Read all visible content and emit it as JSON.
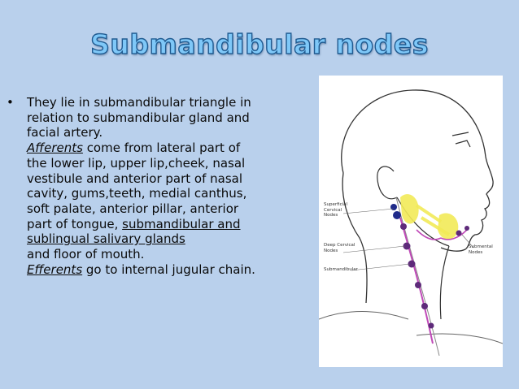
{
  "title": "Submandibular nodes",
  "bullet": "•",
  "paragraph": {
    "l1": "They lie in submandibular triangle in",
    "l2": "relation to submandibular gland and",
    "l3": "facial artery.",
    "l4_em": "Afferents",
    "l4_rest": " come from lateral part of",
    "l5": "the lower lip, upper lip,cheek, nasal",
    "l6": "vestibule and anterior part of nasal",
    "l7": "cavity, gums,teeth, medial canthus,",
    "l8": "soft palate, anterior pillar, anterior",
    "l9_plain": "part of tongue, ",
    "l9_u": "submandibular and",
    "l10_u": "sublingual salivary glands",
    "l11": "and floor of mouth.",
    "l12_em": "Efferents",
    "l12_rest": " go to internal jugular chain."
  },
  "figure": {
    "label_superficial_1": "Superficial",
    "label_superficial_2": "Cervical",
    "label_superficial_3": "Nodes",
    "label_deep_1": "Deep Cervical",
    "label_deep_2": "Nodes",
    "label_submandibular": "Submandibular",
    "label_submental_1": "Submental",
    "label_submental_2": "Nodes"
  },
  "colors": {
    "background": "#b9d0ec",
    "title_fill": "#7fc8f8",
    "title_outline": "#1f5a90",
    "node_purple": "#5e2a7a",
    "node_blue": "#1f2a8a",
    "gland_yellow": "#f2ea58",
    "vessel_magenta": "#c04ab8"
  }
}
